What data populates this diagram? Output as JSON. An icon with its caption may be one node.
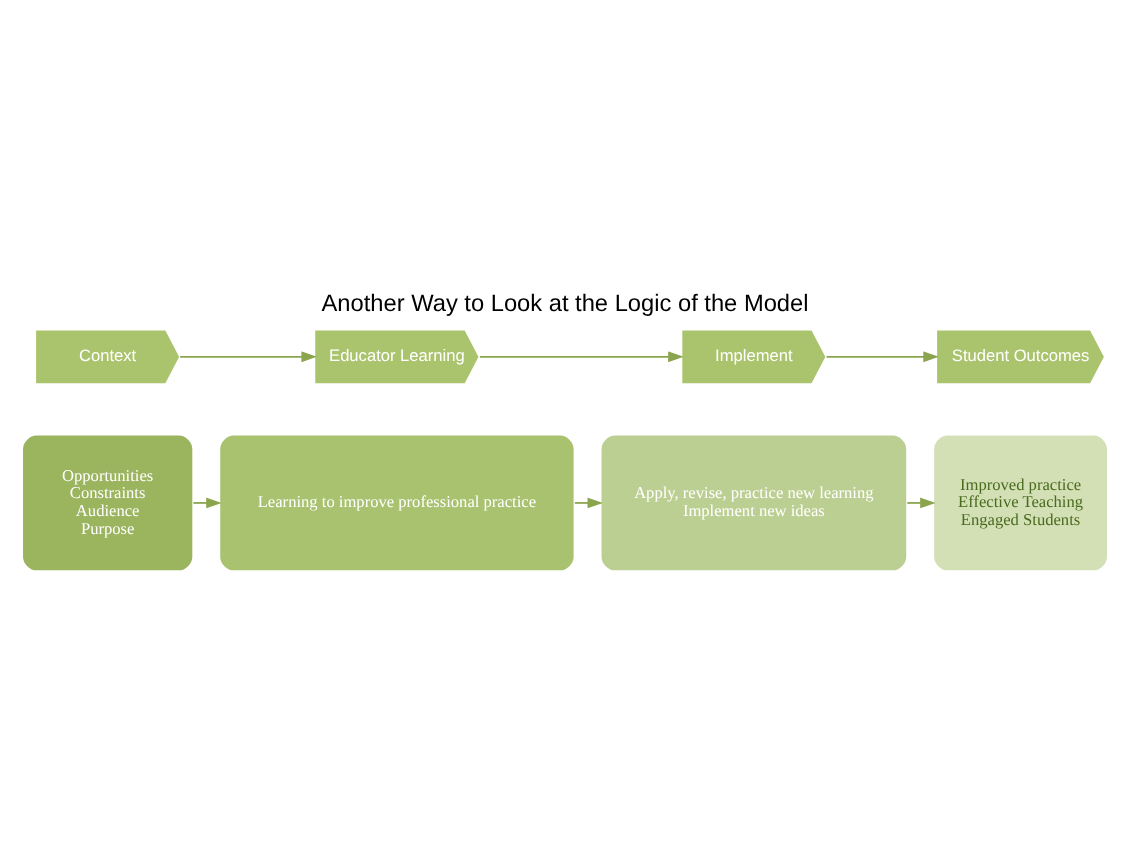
{
  "diagram": {
    "title": "Another Way to Look at the Logic of the Model",
    "nodes": [
      {
        "text": [
          "Context"
        ]
      },
      {
        "text": [
          "Educator Learning"
        ]
      },
      {
        "text": [
          "Implement"
        ]
      },
      {
        "text": [
          "Student Outcomes"
        ]
      },
      {
        "text": [
          "Opportunities",
          "Constraints",
          "Audience",
          "Purpose"
        ]
      },
      {
        "text": [
          "Learning to improve professional practice"
        ]
      },
      {
        "text": [
          "Apply, revise, practice new learning",
          "Implement new ideas"
        ]
      },
      {
        "text": [
          "Improved practice",
          "Effective Teaching",
          "Engaged Students"
        ]
      }
    ],
    "edges": [
      {
        "from": 0,
        "to": 1,
        "arrow": "to"
      },
      {
        "from": 1,
        "to": 2,
        "arrow": "to"
      },
      {
        "from": 2,
        "to": 3,
        "arrow": "to"
      },
      {
        "from": 4,
        "to": 5,
        "arrow": "to"
      },
      {
        "from": 5,
        "to": 6,
        "arrow": "to"
      },
      {
        "from": 6,
        "to": 7,
        "arrow": "to"
      }
    ]
  }
}
